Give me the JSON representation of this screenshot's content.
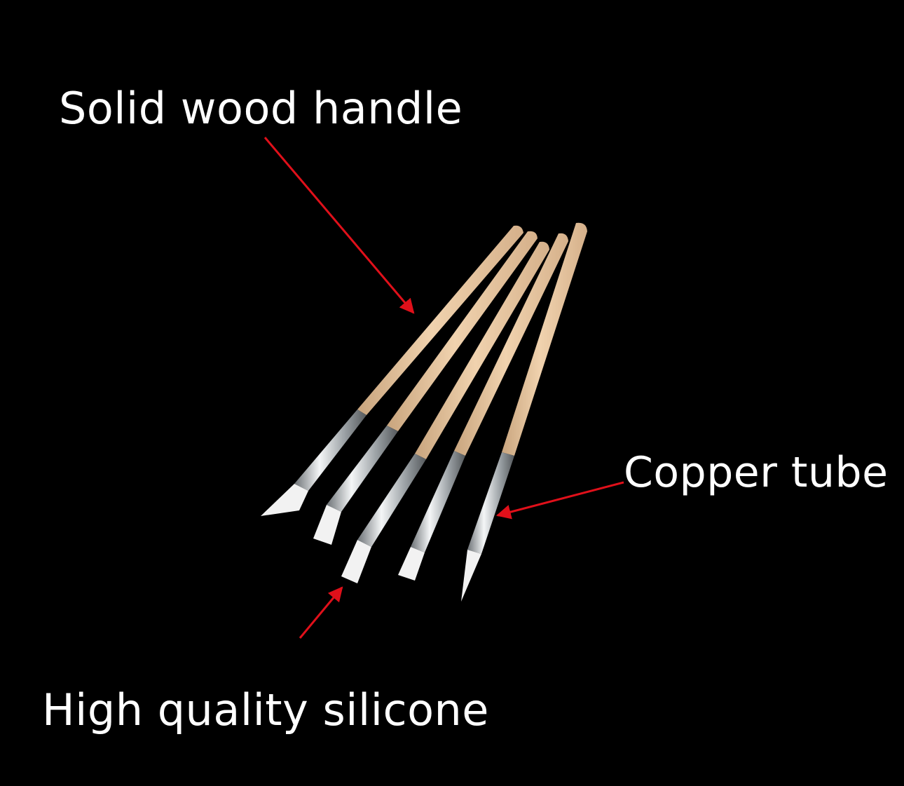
{
  "labels": {
    "wood_handle": "Solid wood handle",
    "copper_tube": "Copper tube",
    "silicone": "High quality silicone"
  },
  "colors": {
    "background": "#000000",
    "text": "#ffffff",
    "arrow": "#e0101a",
    "wood": "#e8c49c",
    "metal": "#bfc4c8",
    "silicone_tip": "#f2f2f2"
  },
  "product": {
    "tool_count": 5
  }
}
